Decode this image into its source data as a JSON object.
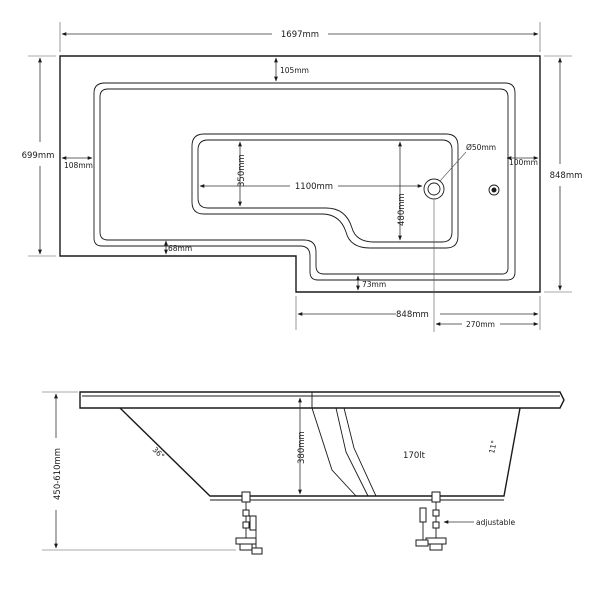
{
  "plan": {
    "overall_length": "1697mm",
    "left_width": "699mm",
    "right_width": "848mm",
    "top_rim": "105mm",
    "left_rim": "108mm",
    "right_rim": "100mm",
    "inner_width": "350mm",
    "inner_length": "1100mm",
    "inner_right_width": "480mm",
    "waste": "Ø50mm",
    "bottom_rim_left": "68mm",
    "bottom_rim_right": "73mm",
    "lower_length": "848mm",
    "waste_offset": "270mm"
  },
  "elevation": {
    "height": "450-610mm",
    "depth": "380mm",
    "capacity": "170lt",
    "left_angle": "36°",
    "right_angle": "11°",
    "legs_note": "adjustable"
  }
}
